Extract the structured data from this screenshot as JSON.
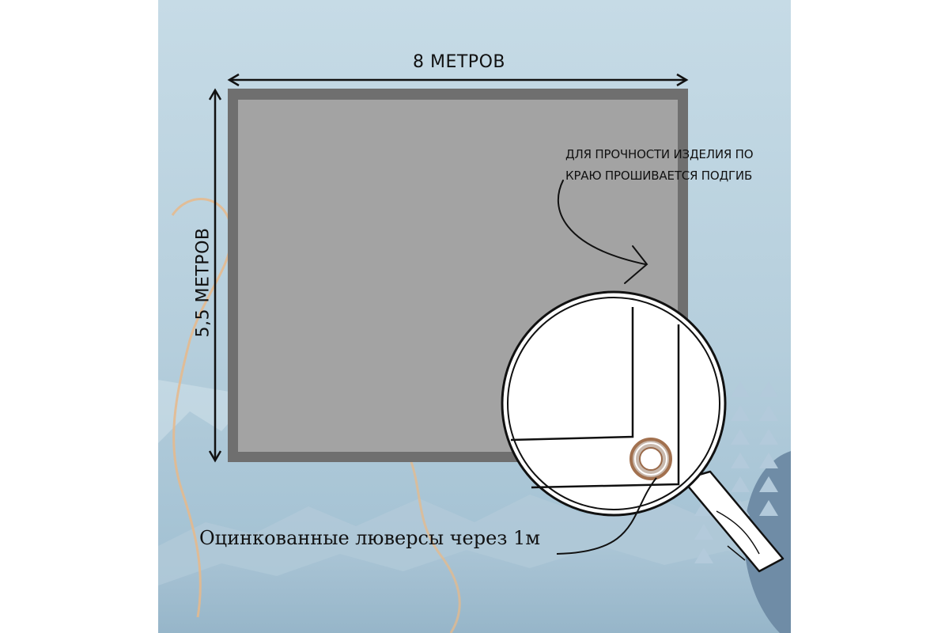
{
  "diagram": {
    "width_label": "8 МЕТРОВ",
    "height_label": "5,5 МЕТРОВ",
    "note_line1": "ДЛЯ ПРОЧНОСТИ ИЗДЕЛИЯ ПО",
    "note_line2": "КРАЮ ПРОШИВАЕТСЯ ПОДГИБ",
    "grommet_label": "Оцинкованные люверсы через 1м"
  },
  "colors": {
    "sky_top": "#c3d9e4",
    "sky_bottom": "#9fbfd2",
    "tarp_fill": "#a3a3a3",
    "tarp_border": "#6f6f6f",
    "accent_shape": "#6f8ca6",
    "triangle": "#b6cddd",
    "line": "#111111"
  }
}
